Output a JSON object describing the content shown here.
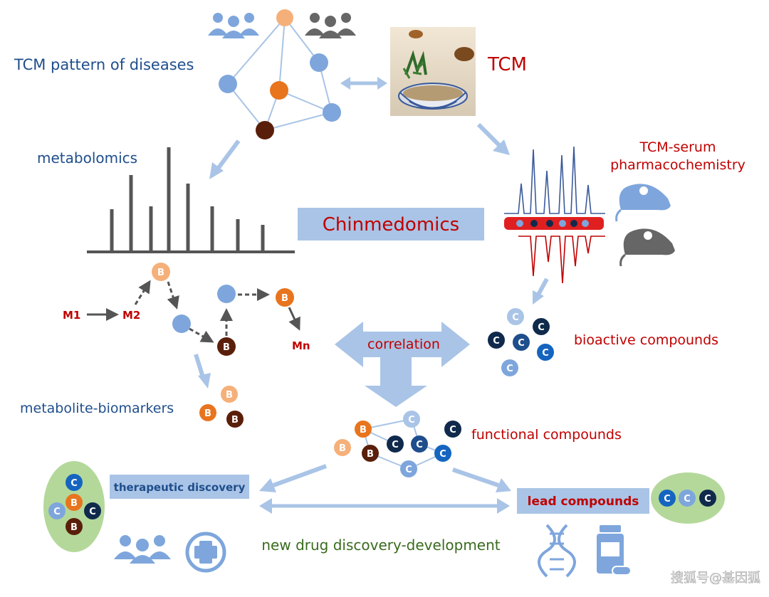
{
  "labels": {
    "tcm_pattern": "TCM pattern of diseases",
    "tcm": "TCM",
    "metabolomics": "metabolomics",
    "serum_line1": "TCM-serum",
    "serum_line2": "pharmacochemistry",
    "chinmedomics": "Chinmedomics",
    "correlation": "correlation",
    "bioactive": "bioactive compounds",
    "biomarkers": "metabolite-biomarkers",
    "functional": "functional compounds",
    "therapeutic": "therapeutic discovery",
    "lead": "lead compounds",
    "new_drug": "new drug discovery-development",
    "m1": "M1",
    "m2": "M2",
    "mn": "Mn",
    "node_b": "B",
    "node_c": "C",
    "watermark": "搜狐号@基因狐"
  },
  "colors": {
    "blue_text": "#1f4e8c",
    "red_text": "#c00000",
    "green_text": "#3a6b1e",
    "light_blue": "#7ea6dc",
    "arrow_blue": "#a9c4e6",
    "orange": "#e8741e",
    "light_orange": "#f5b07a",
    "brown": "#5a1f0a",
    "navy": "#102a4c",
    "gray": "#555555",
    "green_blob": "#b4d89a"
  },
  "icons": [
    "people-group-icon",
    "herbal-medicine-image",
    "rat-icon",
    "mouse-icon",
    "dna-icon",
    "medicine-bottle-icon",
    "medical-plus-icon"
  ]
}
